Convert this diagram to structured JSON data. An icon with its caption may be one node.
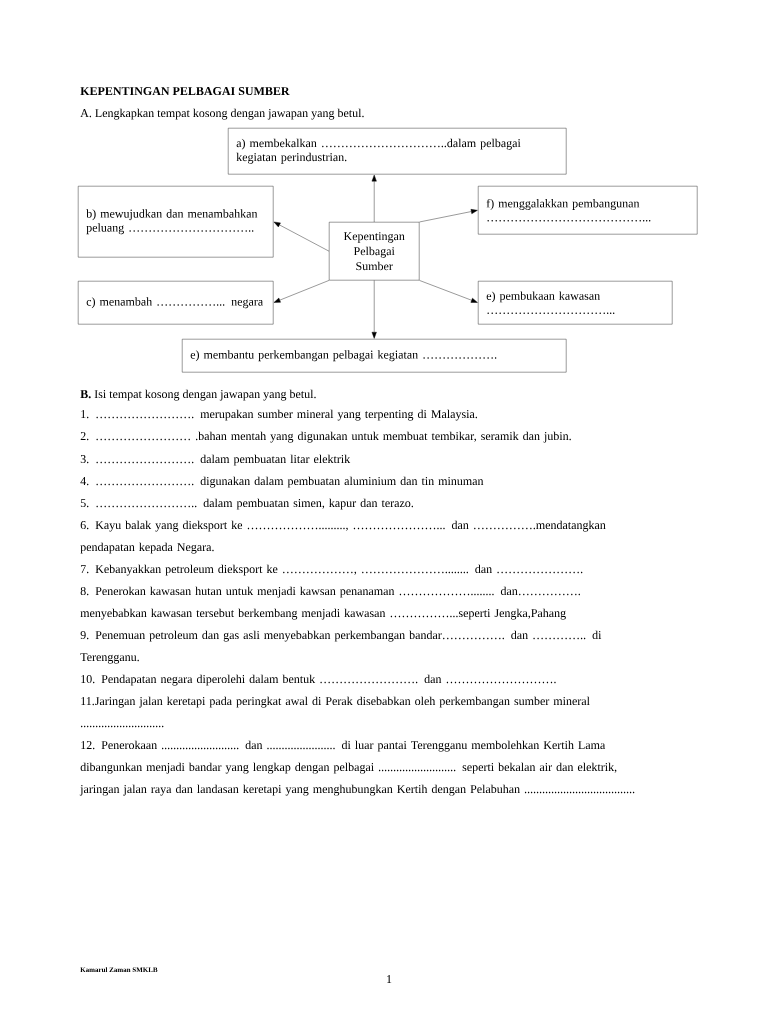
{
  "diagram": {
    "title": "KEPENTINGAN PELBAGAI SUMBER",
    "nodes": [
      {
        "text": [
          "Kepentingan Pelbagai Sumber"
        ]
      },
      {
        "text": [
          "a) membekalkan …………………………..dalam pelbagai kegiatan perindustrian."
        ]
      },
      {
        "text": [
          "b) mewujudkan dan menambahkan peluang ………………………….."
        ]
      },
      {
        "text": [
          "f) menggalakkan pembangunan …………………………………..."
        ]
      },
      {
        "text": [
          "c) menambah ……………... negara"
        ]
      },
      {
        "text": [
          "e) pembukaan kawasan …………………………..."
        ]
      },
      {
        "text": [
          "e) membantu perkembangan pelbagai kegiatan ………………."
        ]
      }
    ],
    "edges": [
      {
        "from": 0,
        "to": 1,
        "arrow": "to"
      },
      {
        "from": 0,
        "to": 2,
        "arrow": "to"
      },
      {
        "from": 0,
        "to": 3,
        "arrow": "to"
      },
      {
        "from": 0,
        "to": 4,
        "arrow": "to"
      },
      {
        "from": 0,
        "to": 5,
        "arrow": "to"
      },
      {
        "from": 0,
        "to": 6,
        "arrow": "to"
      }
    ],
    "labels": [
      "A. Lengkapkan tempat kosong dengan jawapan yang betul.",
      "**B.** Isi tempat kosong dengan jawapan yang betul.",
      "1. ……………………. merupakan sumber mineral yang terpenting di Malaysia.",
      "2. …………………… .bahan mentah yang digunakan untuk membuat tembikar, seramik dan jubin.",
      "3. ……………………. dalam pembuatan litar elektrik",
      "4. ……………………. digunakan dalam pembuatan aluminium dan tin minuman",
      "5. …………………….. dalam pembuatan simen, kapur dan terazo.",
      "6. Kayu balak yang dieksport ke ………………........., …………………... dan …………….mendatangkan pendapatan kepada Negara.",
      "7. Kebanyakkan petroleum dieksport ke ………………, …………………........ dan ………………….",
      "8. Penerokan kawasan hutan untuk menjadi kawsan penanaman ………………........ dan……………. menyebabkan kawasan tersebut berkembang menjadi kawasan ……………...seperti Jengka,Pahang",
      "9. Penemuan petroleum dan gas asli menyebabkan perkembangan bandar……………. dan ………….. di Terengganu.",
      "10. Pendapatan negara diperolehi dalam bentuk ……………………. dan ……………………….",
      "11.Jaringan jalan keretapi pada peringkat awal di Perak disebabkan oleh perkembangan sumber mineral ............................",
      "12. Penerokaan .......................... dan ....................... di luar pantai Terengganu membolehkan Kertih Lama dibangunkan menjadi bandar yang lengkap dengan pelbagai .......................... seperti bekalan air dan elektrik, jaringan jalan raya dan landasan keretapi yang menghubungkan Kertih dengan Pelabuhan .....................................",
      "Kamarul Zaman SMKLB",
      "1"
    ]
  }
}
